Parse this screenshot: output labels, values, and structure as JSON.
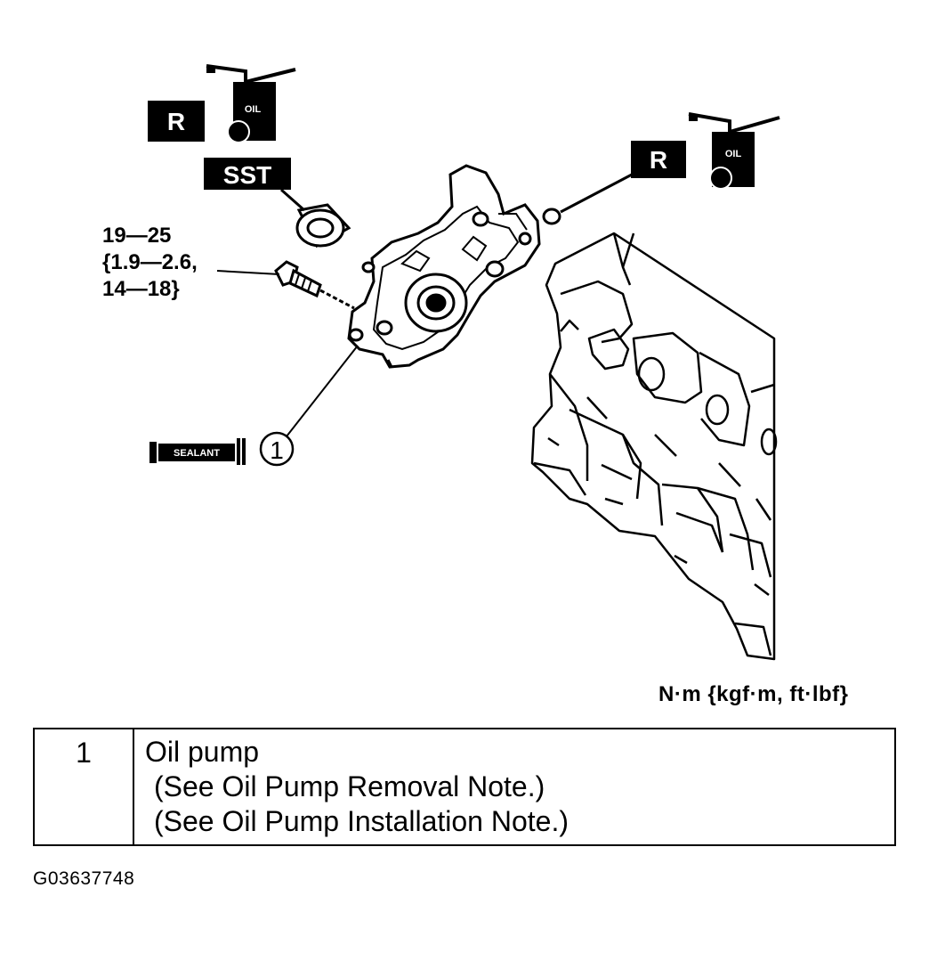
{
  "badges": {
    "replace_left": "R",
    "replace_right": "R",
    "sst": "SST",
    "oil_left": "OIL",
    "oil_right": "OIL",
    "sealant": "SEALANT"
  },
  "callout": {
    "number": "1"
  },
  "torque_spec": {
    "line1": "19—25",
    "line2": "{1.9—2.6,",
    "line3": "14—18}"
  },
  "units_label": "N·m {kgf·m, ft·lbf}",
  "parts_table": {
    "rows": [
      {
        "number": "1",
        "name": "Oil pump",
        "notes": [
          "(See Oil Pump Removal Note.)",
          "(See Oil Pump Installation Note.)"
        ]
      }
    ]
  },
  "figure_id": "G03637748"
}
